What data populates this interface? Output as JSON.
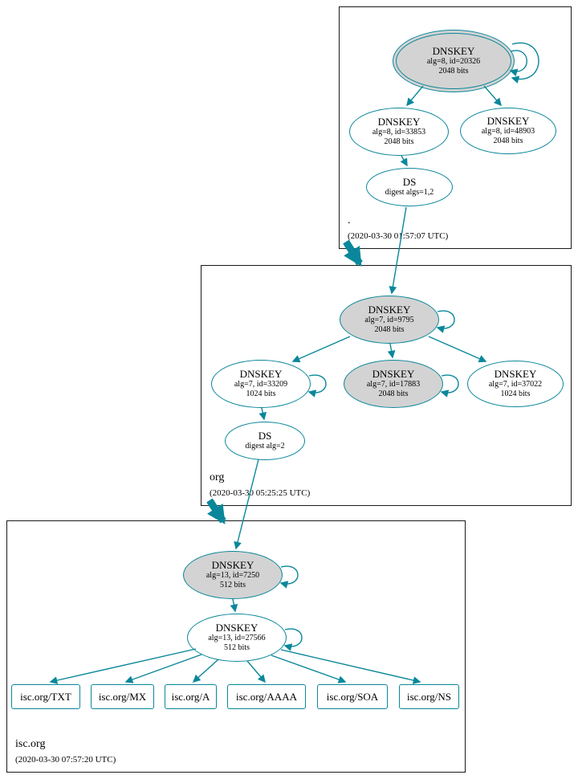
{
  "colors": {
    "edge": "#0a879a",
    "node_stroke": "#0a879a",
    "ksk_fill": "#d3d3d3",
    "box_border": "#1a1a1a",
    "background": "#ffffff"
  },
  "zones": {
    "root": {
      "label": ".",
      "timestamp": "(2020-03-30 01:57:07 UTC)",
      "nodes": {
        "ksk": {
          "title": "DNSKEY",
          "line1": "alg=8, id=20326",
          "line2": "2048 bits"
        },
        "zsk1": {
          "title": "DNSKEY",
          "line1": "alg=8, id=33853",
          "line2": "2048 bits"
        },
        "zsk2": {
          "title": "DNSKEY",
          "line1": "alg=8, id=48903",
          "line2": "2048 bits"
        },
        "ds": {
          "title": "DS",
          "line1": "digest algs=1,2"
        }
      }
    },
    "org": {
      "label": "org",
      "timestamp": "(2020-03-30 05:25:25 UTC)",
      "nodes": {
        "ksk": {
          "title": "DNSKEY",
          "line1": "alg=7, id=9795",
          "line2": "2048 bits"
        },
        "zsk1": {
          "title": "DNSKEY",
          "line1": "alg=7, id=33209",
          "line2": "1024 bits"
        },
        "ksk2": {
          "title": "DNSKEY",
          "line1": "alg=7, id=17883",
          "line2": "2048 bits"
        },
        "zsk2": {
          "title": "DNSKEY",
          "line1": "alg=7, id=37022",
          "line2": "1024 bits"
        },
        "ds": {
          "title": "DS",
          "line1": "digest alg=2"
        }
      }
    },
    "isc": {
      "label": "isc.org",
      "timestamp": "(2020-03-30 07:57:20 UTC)",
      "nodes": {
        "ksk": {
          "title": "DNSKEY",
          "line1": "alg=13, id=7250",
          "line2": "512 bits"
        },
        "zsk": {
          "title": "DNSKEY",
          "line1": "alg=13, id=27566",
          "line2": "512 bits"
        }
      },
      "records": [
        {
          "label": "isc.org/TXT"
        },
        {
          "label": "isc.org/MX"
        },
        {
          "label": "isc.org/A"
        },
        {
          "label": "isc.org/AAAA"
        },
        {
          "label": "isc.org/SOA"
        },
        {
          "label": "isc.org/NS"
        }
      ]
    }
  }
}
